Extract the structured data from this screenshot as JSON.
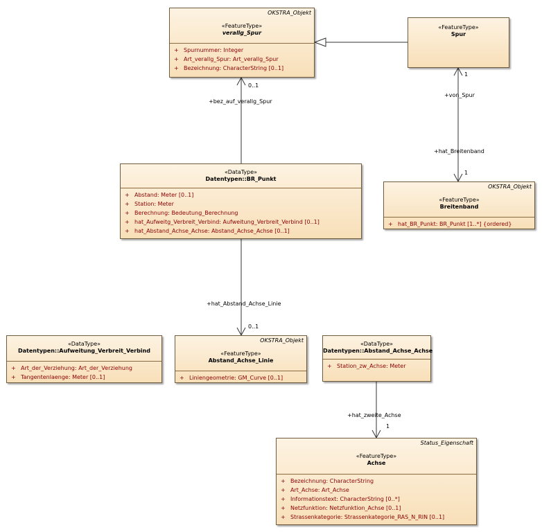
{
  "classes": {
    "verallg_spur": {
      "parent": "OKSTRA_Objekt",
      "stereotype": "«FeatureType»",
      "name": "verallg_Spur",
      "attributes": [
        {
          "vis": "+",
          "text": "Spurnummer: Integer"
        },
        {
          "vis": "+",
          "text": "Art_verallg_Spur: Art_verallg_Spur"
        },
        {
          "vis": "+",
          "text": "Bezeichnung: CharacterString [0..1]"
        }
      ]
    },
    "spur": {
      "stereotype": "«FeatureType»",
      "name": "Spur"
    },
    "br_punkt": {
      "stereotype": "«DataType»",
      "name": "Datentypen::BR_Punkt",
      "attributes": [
        {
          "vis": "+",
          "text": "Abstand: Meter [0..1]"
        },
        {
          "vis": "+",
          "text": "Station: Meter"
        },
        {
          "vis": "+",
          "text": "Berechnung: Bedeutung_Berechnung"
        },
        {
          "vis": "+",
          "text": "hat_Aufweitg_Verbreit_Verbind: Aufweitung_Verbreit_Verbind [0..1]"
        },
        {
          "vis": "+",
          "text": "hat_Abstand_Achse_Achse: Abstand_Achse_Achse [0..1]"
        }
      ]
    },
    "breitenband": {
      "parent": "OKSTRA_Objekt",
      "stereotype": "«FeatureType»",
      "name": "Breitenband",
      "attributes": [
        {
          "vis": "+",
          "text": "hat_BR_Punkt: BR_Punkt [1..*] {ordered}"
        }
      ]
    },
    "aufweitung": {
      "stereotype": "«DataType»",
      "name": "Datentypen::Aufweitung_Verbreit_Verbind",
      "attributes": [
        {
          "vis": "+",
          "text": "Art_der_Verziehung: Art_der_Verziehung"
        },
        {
          "vis": "+",
          "text": "Tangentenlaenge: Meter [0..1]"
        }
      ]
    },
    "abstand_linie": {
      "parent": "OKSTRA_Objekt",
      "stereotype": "«FeatureType»",
      "name": "Abstand_Achse_Linie",
      "attributes": [
        {
          "vis": "+",
          "text": "Liniengeometrie: GM_Curve [0..1]"
        }
      ]
    },
    "abstand_achse": {
      "stereotype": "«DataType»",
      "name": "Datentypen::Abstand_Achse_Achse",
      "attributes": [
        {
          "vis": "+",
          "text": "Station_zw_Achse: Meter"
        }
      ]
    },
    "achse": {
      "parent": "Status_Eigenschaft",
      "stereotype": "«FeatureType»",
      "name": "Achse",
      "attributes": [
        {
          "vis": "+",
          "text": "Bezeichnung: CharacterString"
        },
        {
          "vis": "+",
          "text": "Art_Achse: Art_Achse"
        },
        {
          "vis": "+",
          "text": "Informationstext: CharacterString [0..*]"
        },
        {
          "vis": "+",
          "text": "Netzfunktion: Netzfunktion_Achse [0..1]"
        },
        {
          "vis": "+",
          "text": "Strassenkategorie: Strassenkategorie_RAS_N_RIN [0..1]"
        }
      ]
    }
  },
  "associations": {
    "bez_auf": {
      "role": "+bez_auf_verallg_Spur",
      "mult": "0..1"
    },
    "von_spur": {
      "role": "+von_Spur",
      "mult": "1"
    },
    "hat_breitenband": {
      "role": "+hat_Breitenband",
      "mult": "1"
    },
    "hat_abstand_linie": {
      "role": "+hat_Abstand_Achse_Linie",
      "mult": "0..1"
    },
    "hat_zweite_achse": {
      "role": "+hat_zweite_Achse",
      "mult": "1"
    }
  }
}
